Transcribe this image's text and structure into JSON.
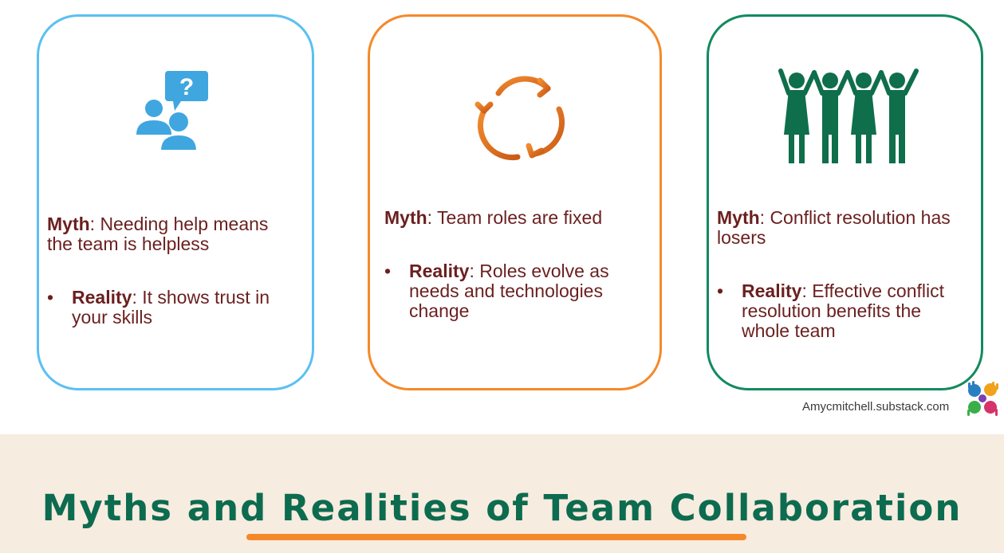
{
  "cards": [
    {
      "myth_label": "Myth",
      "myth_text": ": Needing help means the team is helpless",
      "bullet": "•",
      "reality_label": "Reality",
      "reality_text": ": It shows trust in your skills",
      "icon": "people-question-icon",
      "color": "#5bc0f2"
    },
    {
      "myth_label": "Myth",
      "myth_text": ": Team roles are fixed",
      "bullet": "•",
      "reality_label": "Reality",
      "reality_text": ": Roles evolve as needs and technologies change",
      "icon": "cycle-arrows-icon",
      "color": "#f5892a"
    },
    {
      "myth_label": "Myth",
      "myth_text": ": Conflict resolution has losers",
      "bullet": "•",
      "reality_label": "Reality",
      "reality_text": ": Effective conflict resolution benefits the whole team",
      "icon": "team-celebrating-icon",
      "color": "#138a5e"
    }
  ],
  "footer": {
    "credit": "Amycmitchell.substack.com",
    "logo_icon": "hands-logo-icon"
  },
  "title": "Myths and Realities of Team Collaboration",
  "colors": {
    "text": "#6b1f1f",
    "title": "#0d6b4f",
    "band": "#f6ecdf",
    "underline": "#f5892a"
  }
}
